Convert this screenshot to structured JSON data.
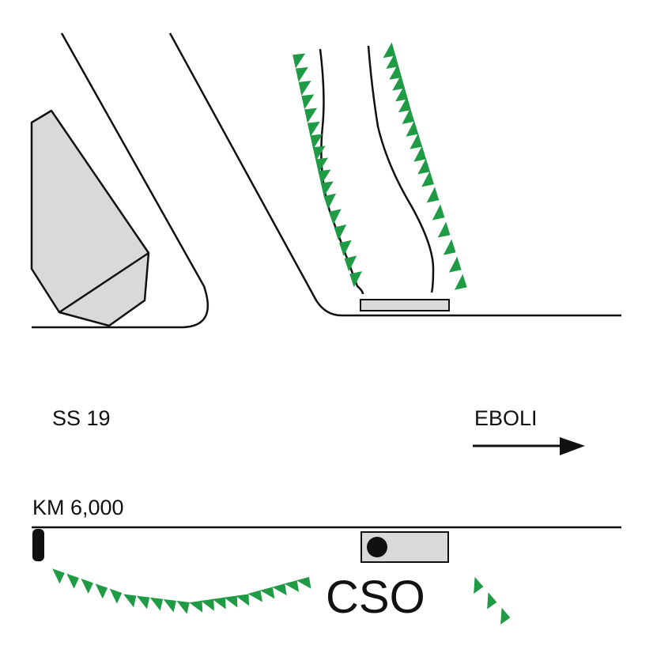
{
  "labels": {
    "road_name": "SS 19",
    "direction": "EBOLI",
    "km_marker": "KM 6,000",
    "site_code": "CSO"
  },
  "colors": {
    "vegetation": "#1f9a45",
    "building_fill": "#d9d9d9",
    "line": "#111111",
    "background": "#ffffff"
  },
  "icons": {
    "direction_arrow": "arrow-right-icon",
    "km_post": "km-post-icon",
    "camera": "camera-dot-icon"
  }
}
